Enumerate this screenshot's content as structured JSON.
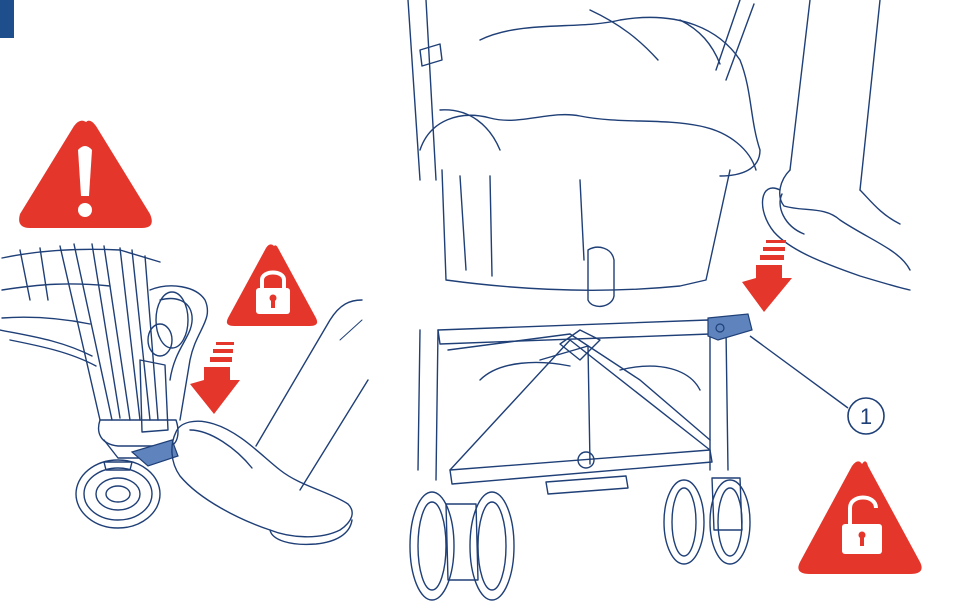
{
  "colors": {
    "line": "#1f3f77",
    "warning_red": "#e5362b",
    "tab_blue": "#1f4e8c",
    "pedal_blue": "#5f84bd",
    "arrow_red": "#e5362b"
  },
  "icons": {
    "warning": "exclamation-triangle",
    "locked": "padlock-closed-triangle",
    "unlocked": "padlock-open-triangle",
    "press_arrow": "down-arrow"
  },
  "callout": {
    "number": "1"
  }
}
